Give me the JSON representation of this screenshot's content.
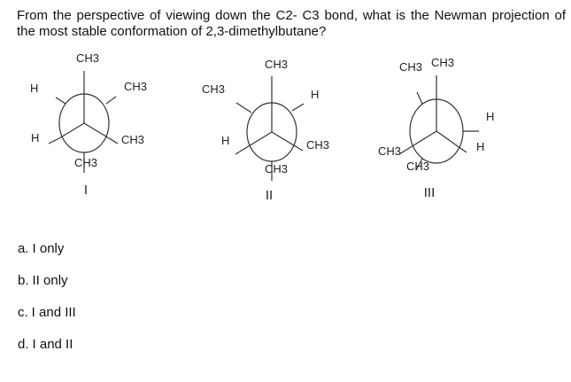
{
  "question": "From the perspective of viewing down the C2- C3 bond, what is the Newman projection of the most stable conformation of 2,3-dimethylbutane?",
  "projections": [
    {
      "numeral": "I",
      "labels": [
        "CH3",
        "H",
        "CH3",
        "H",
        "CH3",
        "CH3"
      ]
    },
    {
      "numeral": "II",
      "labels": [
        "CH3",
        "CH3",
        "H",
        "H",
        "CH3",
        "CH3"
      ]
    },
    {
      "numeral": "III",
      "labels": [
        "CH3",
        "CH3",
        "H",
        "H",
        "CH3",
        "CH3"
      ]
    }
  ],
  "options": [
    {
      "letter": "a.",
      "text": "I only"
    },
    {
      "letter": "b.",
      "text": "II only"
    },
    {
      "letter": "c.",
      "text": "I and III"
    },
    {
      "letter": "d.",
      "text": "I and II"
    }
  ]
}
